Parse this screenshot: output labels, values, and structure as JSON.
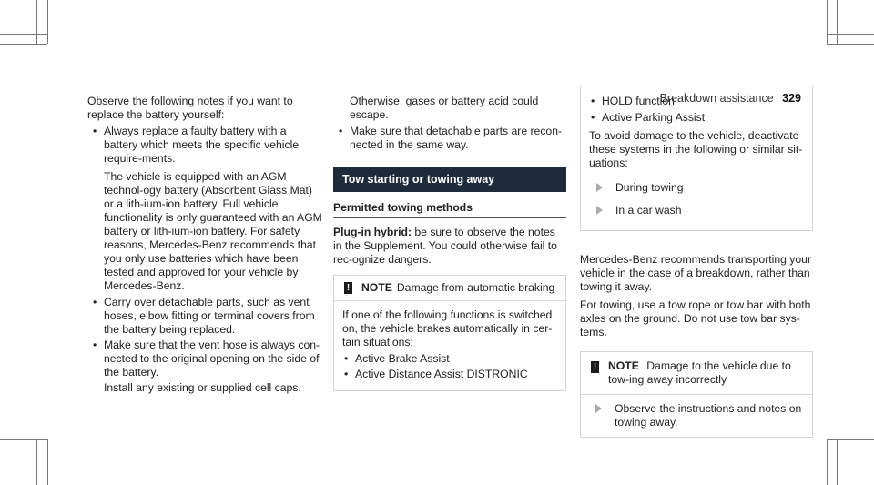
{
  "header": {
    "section": "Breakdown assistance",
    "page": "329"
  },
  "col1": {
    "intro": "Observe the following notes if you want to replace the battery yourself:",
    "b1": "Always replace a faulty battery with a battery which meets the specific vehicle require-ments.",
    "b1_sub": "The vehicle is equipped with an AGM technol-ogy battery (Absorbent Glass Mat) or a lith-ium-ion battery. Full vehicle functionality is only guaranteed with an AGM battery or lith-ium-ion battery. For safety reasons, Mercedes-Benz recommends that you only use batteries which have been tested and approved for your vehicle by Mercedes-Benz.",
    "b2": "Carry over detachable parts, such as vent hoses, elbow fitting or terminal covers from the battery being replaced.",
    "b3": "Make sure that the vent hose is always con-nected to the original opening on the side of the battery.",
    "b3_sub": "Install any existing or supplied cell caps."
  },
  "col2": {
    "cont": "Otherwise, gases or battery acid could escape.",
    "b1": "Make sure that detachable parts are recon-nected in the same way.",
    "section_title": "Tow starting or towing away",
    "subhead": "Permitted towing methods",
    "plug_label": "Plug-in hybrid:",
    "plug_text": " be sure to observe the notes in the Supplement. You could otherwise fail to rec-ognize dangers.",
    "note": {
      "label": "NOTE",
      "title": "Damage from automatic braking",
      "body": "If one of the following functions is switched on, the vehicle brakes automatically in cer-tain situations:",
      "items": [
        "Active Brake Assist",
        "Active Distance Assist DISTRONIC"
      ]
    }
  },
  "col3": {
    "items": [
      "HOLD function",
      "Active Parking Assist"
    ],
    "avoid": "To avoid damage to the vehicle, deactivate these systems in the following or similar sit-uations:",
    "actions": [
      "During towing",
      "In a car wash"
    ],
    "recommend": "Mercedes-Benz recommends transporting your vehicle in the case of a breakdown, rather than towing it away.",
    "towing": "For towing, use a tow rope or tow bar with both axles on the ground. Do not use tow bar sys-tems.",
    "note": {
      "label": "NOTE",
      "title": "Damage to the vehicle due to tow-ing away incorrectly",
      "observe": "Observe the instructions and notes on towing away."
    }
  }
}
